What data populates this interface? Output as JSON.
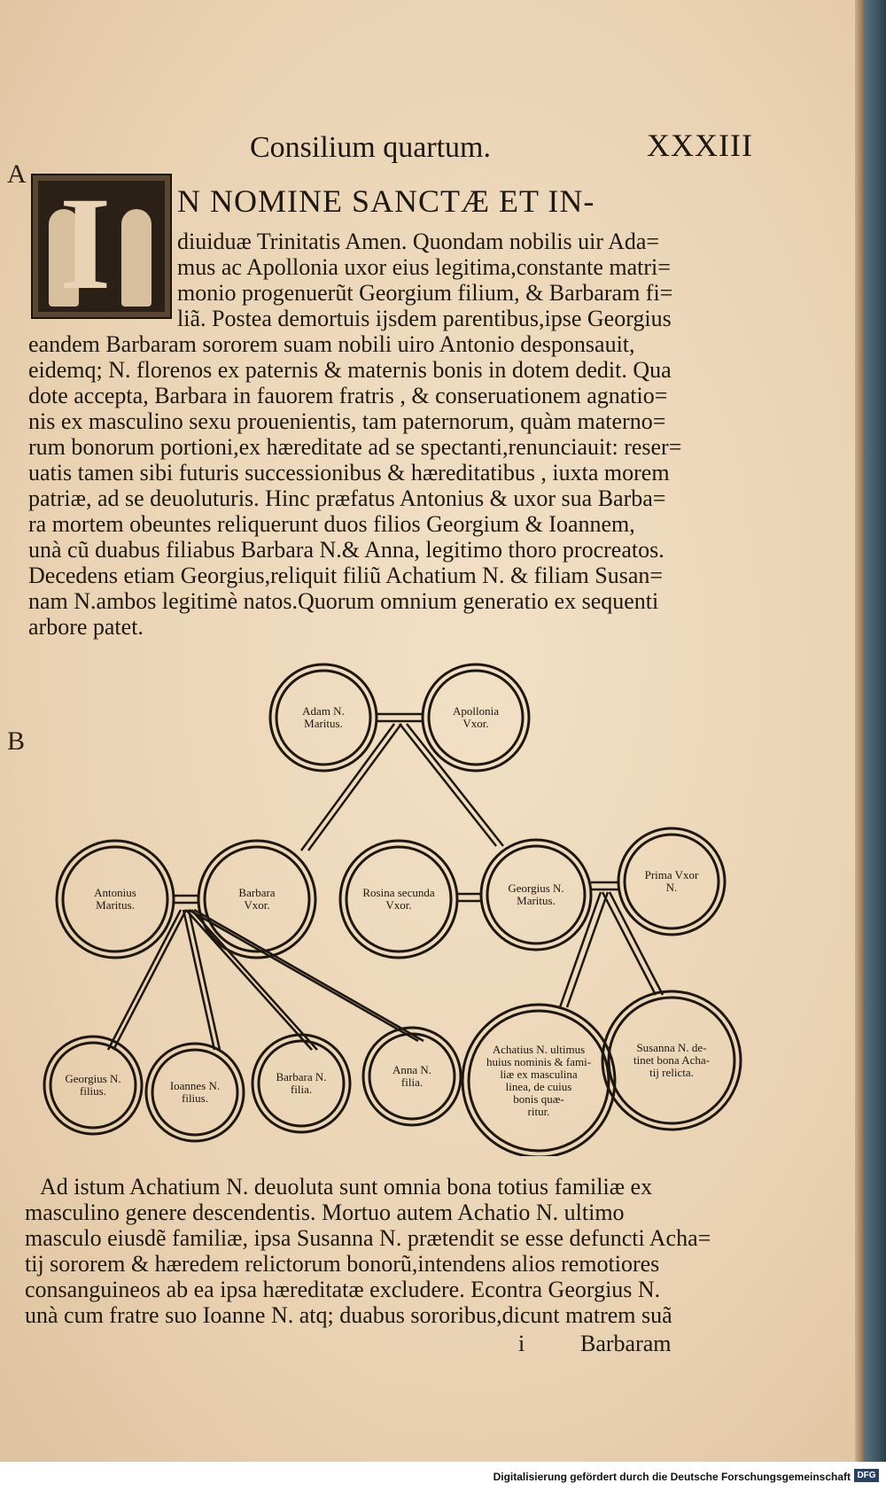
{
  "header": {
    "running_title": "Consilium quartum.",
    "folio": "XXXIII"
  },
  "margin_marks": {
    "a": "A",
    "b": "B"
  },
  "initial_letter": "I",
  "paragraph_1": [
    "N NOMINE SANCTÆ ET IN-",
    "diuiduæ Trinitatis Amen. Quondam nobilis uir Ada=",
    "mus ac Apollonia uxor eius legitima,constante matri=",
    "monio progenuerũt Georgium filium, & Barbaram fi=",
    "liã. Postea demortuis ijsdem parentibus,ipse Georgius",
    "eandem Barbaram sororem suam nobili uiro Antonio desponsauit,",
    "eidemq; N. florenos ex paternis & maternis bonis in dotem dedit. Qua",
    "dote accepta, Barbara in fauorem fratris , & conseruationem agnatio=",
    "nis ex masculino sexu prouenientis, tam paternorum, quàm materno=",
    "rum bonorum portioni,ex hæreditate ad se spectanti,renunciauit: reser=",
    "uatis tamen sibi futuris successionibus & hæreditatibus , iuxta morem",
    "patriæ, ad se deuoluturis. Hinc præfatus Antonius & uxor sua Barba=",
    "ra mortem obeuntes reliquerunt duos filios Georgium & Ioannem,",
    "unà cũ duabus filiabus Barbara N.& Anna, legitimo thoro procreatos.",
    "Decedens etiam Georgius,reliquit filiũ Achatium N. & filiam Susan=",
    "nam N.ambos legitimè natos.Quorum omnium generatio ex sequenti",
    "arbore patet."
  ],
  "tree": {
    "adam": [
      "Adam N.",
      "Maritus."
    ],
    "apollonia": [
      "Apollonia",
      "Vxor."
    ],
    "antonius": [
      "Antonius",
      "Maritus."
    ],
    "barbara_uxor": [
      "Barbara",
      "Vxor."
    ],
    "rosina": [
      "Rosina secunda",
      "Vxor."
    ],
    "georgius_maritus": [
      "Georgius N.",
      "Maritus."
    ],
    "prima_uxor": [
      "Prima Vxor",
      "N."
    ],
    "georgius_filius": [
      "Georgius N.",
      "filius."
    ],
    "ioannes": [
      "Ioannes N.",
      "filius."
    ],
    "barbara_filia": [
      "Barbara N.",
      "filia."
    ],
    "anna": [
      "Anna N.",
      "filia."
    ],
    "achatius": [
      "Achatius N. ultimus",
      "huius nominis & fami-",
      "liæ ex masculina",
      "linea, de cuius",
      "bonis quæ-",
      "ritur."
    ],
    "susanna": [
      "Susanna N. de-",
      "tinet bona Acha-",
      "tij relicta."
    ]
  },
  "paragraph_2": [
    "Ad istum Achatium N. deuoluta sunt omnia bona totius familiæ ex",
    "masculino genere descendentis. Mortuo autem Achatio N. ultimo",
    "masculo eiusdẽ familiæ, ipsa Susanna N. prætendit se esse defuncti Acha=",
    "tij sororem & hæredem relictorum bonorũ,intendens alios remotiores",
    "consanguineos ab ea ipsa hæreditatæ excludere. Econtra Georgius N.",
    "unà cum fratre suo Ioanne N. atq; duabus sororibus,dicunt matrem suã"
  ],
  "signature_mark": "i",
  "catchword": "Barbaram",
  "footer": {
    "credit": "Digitalisierung gefördert durch die Deutsche Forschungsgemeinschaft",
    "logo": "DFG"
  },
  "colors": {
    "paper": "#ecd7bb",
    "ink": "#1e1710",
    "cover": "#3d5660"
  }
}
